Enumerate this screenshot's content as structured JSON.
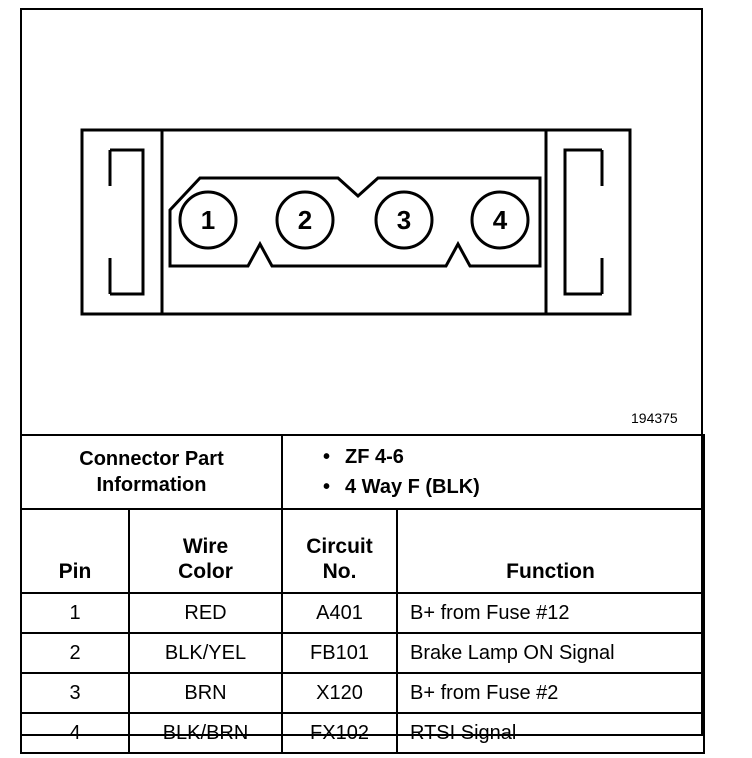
{
  "figure_code": "194375",
  "pins": [
    {
      "number": "1"
    },
    {
      "number": "2"
    },
    {
      "number": "3"
    },
    {
      "number": "4"
    }
  ],
  "connector_info": {
    "label_line1": "Connector Part",
    "label_line2": "Information",
    "items": [
      "ZF 4-6",
      "4 Way F (BLK)"
    ],
    "bullet": "•"
  },
  "table": {
    "headers": {
      "pin": "Pin",
      "wire_color_line1": "Wire",
      "wire_color_line2": "Color",
      "circuit_line1": "Circuit",
      "circuit_line2": "No.",
      "function": "Function"
    },
    "rows": [
      {
        "pin": "1",
        "wire_color": "RED",
        "circuit": "A401",
        "function": "B+ from Fuse #12"
      },
      {
        "pin": "2",
        "wire_color": "BLK/YEL",
        "circuit": "FB101",
        "function": "Brake Lamp ON Signal"
      },
      {
        "pin": "3",
        "wire_color": "BRN",
        "circuit": "X120",
        "function": "B+ from Fuse #2"
      },
      {
        "pin": "4",
        "wire_color": "BLK/BRN",
        "circuit": "FX102",
        "function": "RTSI Signal"
      }
    ]
  }
}
